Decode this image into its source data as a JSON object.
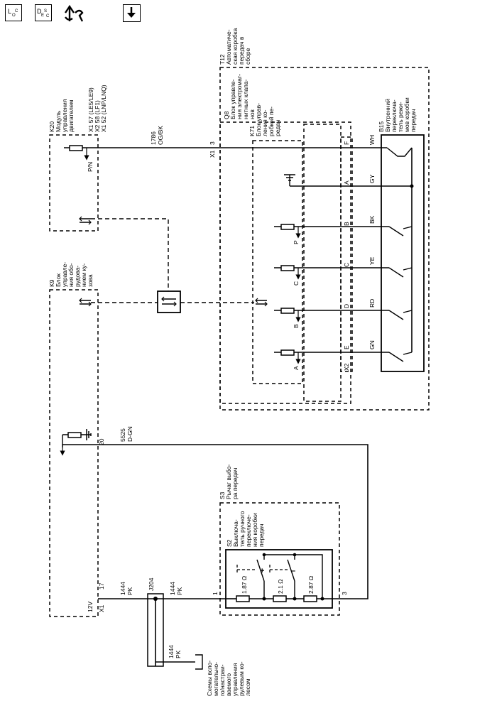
{
  "toolbar": {
    "icons": [
      "location-icon",
      "description-icon",
      "connector-service-icon",
      "download-icon"
    ],
    "loc_letters": [
      "L",
      "O",
      "C"
    ],
    "desc_letters": [
      "D",
      "E",
      "S",
      "C"
    ]
  },
  "components": {
    "k20": {
      "ref": "K20",
      "lines": [
        "Модуль",
        "управления",
        "двигателем"
      ]
    },
    "k9": {
      "ref": "K9",
      "lines": [
        "Блок",
        "управле-",
        "ния обо-",
        "рудова-",
        "нием ку-",
        "зова"
      ]
    },
    "t12": {
      "ref": "T12",
      "lines": [
        "Автоматиче-",
        "ская коробка",
        "передач в",
        "сборе"
      ]
    },
    "q8": {
      "ref": "Q8",
      "lines": [
        "Блок управле-",
        "ния электромаг-",
        "нитных клапа-",
        "нов"
      ]
    },
    "k71": {
      "ref": "K71",
      "lines": [
        "Блок управ-",
        "ления ко-",
        "робкой пе-",
        "редач"
      ]
    },
    "b15": {
      "ref": "B15",
      "lines": [
        "Внутренний",
        "переключа-",
        "тель режи-",
        "мов коробки",
        "передач"
      ]
    },
    "s3": {
      "ref": "S3",
      "lines": [
        "Рычаг выбо-",
        "ра передач"
      ]
    },
    "s2": {
      "ref": "S2",
      "lines": [
        "Выключа-",
        "тель ручного",
        "переключе-",
        "ния коробки",
        "передач"
      ]
    }
  },
  "connectors": {
    "k20_pins": [
      "X1  57 (LE5/LE9)",
      "X2  58 (LF1)",
      "X1  52 (LNP/LNQ)"
    ],
    "k20_pn": "P/N",
    "k9_x1": "X1",
    "k9_pin17": "17",
    "k9_pin20": "20",
    "k9_12v": "12V",
    "t12_x1": "X1",
    "t12_pin3": "3",
    "k71_x2": "X2",
    "k71_pins": [
      "F",
      "A",
      "B",
      "C",
      "D",
      "E"
    ],
    "s3_pin1": "1",
    "s3_pin3": "3",
    "splice": "J204"
  },
  "wires": {
    "w1786": {
      "circuit": "1786",
      "color": "OG/BK"
    },
    "w5525": {
      "circuit": "5525",
      "color": "D-GN"
    },
    "w1444a": {
      "circuit": "1444",
      "color": "PK"
    },
    "w1444b": {
      "circuit": "1444",
      "color": "PK"
    },
    "w1444c": {
      "circuit": "1444",
      "color": "PK"
    }
  },
  "b15_wire_colors": [
    "WH",
    "GY",
    "BK",
    "YE",
    "RD",
    "GN"
  ],
  "k71_inputs": [
    "P",
    "C",
    "B",
    "A"
  ],
  "resistors": [
    "1.87 Ω",
    "2.1 Ω",
    "2.87 Ω"
  ],
  "switch_marks": [
    "+",
    "–"
  ],
  "steering_note": {
    "lines": [
      "Схемы вспо-",
      "могательно-",
      "го/настраи-",
      "ваемого",
      "управления",
      "рулевым ко-",
      "лесом"
    ]
  }
}
